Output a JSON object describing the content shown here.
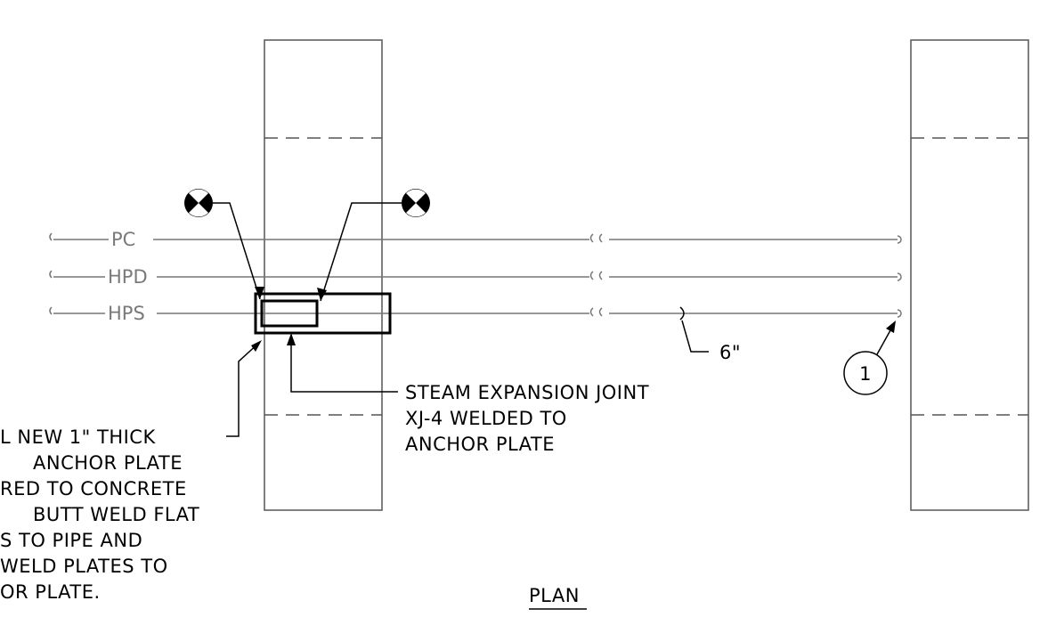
{
  "pipes": [
    {
      "label": "PC"
    },
    {
      "label": "HPD"
    },
    {
      "label": "HPS"
    }
  ],
  "dimension": {
    "text": "6\""
  },
  "keynote": {
    "number": "1"
  },
  "expansion_joint_note": {
    "lines": [
      "STEAM EXPANSION JOINT",
      "XJ-4 WELDED TO",
      "ANCHOR PLATE"
    ]
  },
  "anchor_plate_note": {
    "lines": [
      "L NEW 1\" THICK",
      "ANCHOR PLATE",
      "RED TO CONCRETE",
      "BUTT WELD FLAT",
      "S TO PIPE AND",
      "WELD PLATES TO",
      "OR PLATE."
    ]
  },
  "title": {
    "text": "PLAN"
  },
  "symbols": {
    "weld_marker": "quartered-circle-icon"
  }
}
